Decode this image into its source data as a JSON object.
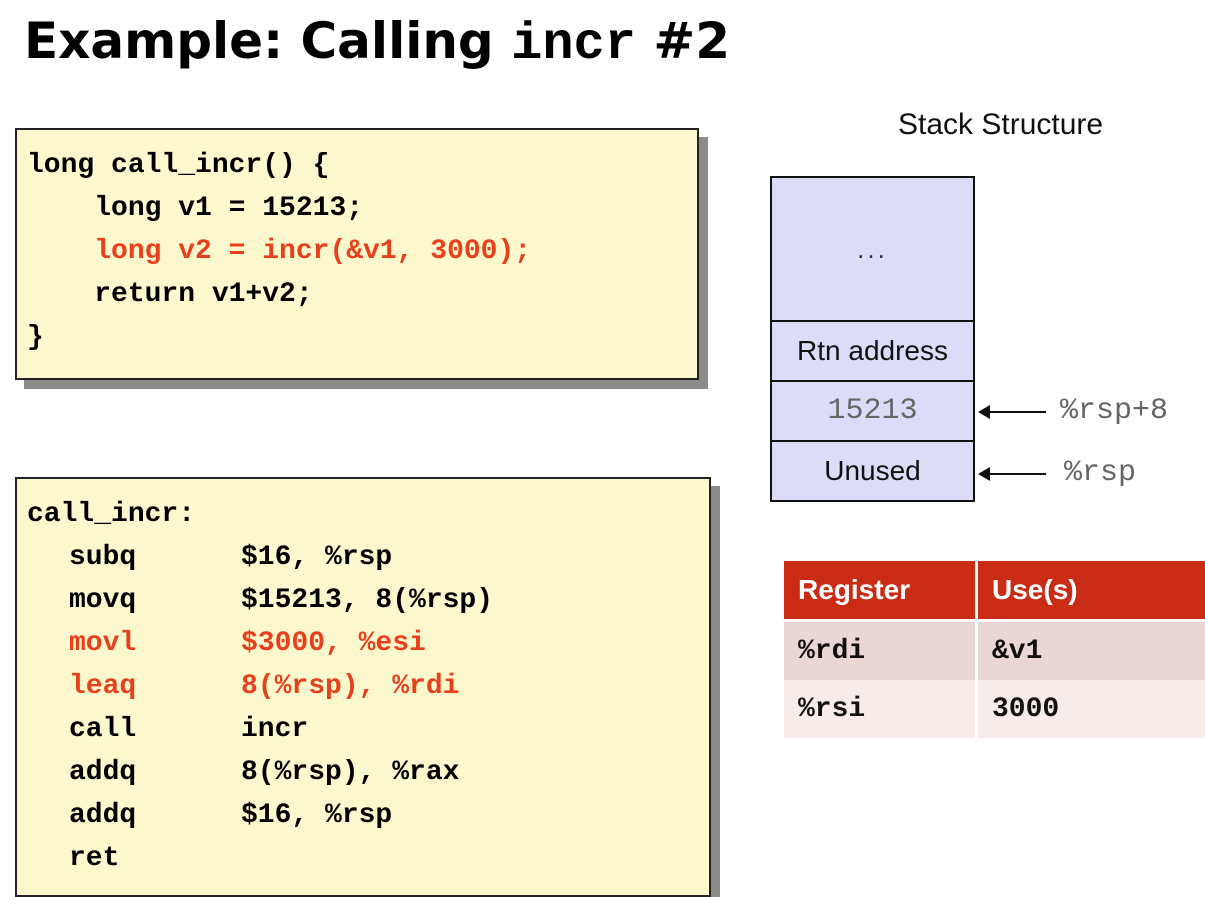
{
  "title": {
    "text": "Example: Calling ",
    "mono": "incr",
    "suffix": " #2"
  },
  "c_code": {
    "lines": [
      {
        "text": "long call_incr() {",
        "highlight": false
      },
      {
        "text": "    long v1 = 15213;",
        "highlight": false
      },
      {
        "text": "    long v2 = incr(&v1, 3000);",
        "highlight": true
      },
      {
        "text": "    return v1+v2;",
        "highlight": false
      },
      {
        "text": "}",
        "highlight": false
      }
    ]
  },
  "asm_code": {
    "label": "call_incr:",
    "instructions": [
      {
        "op": "subq",
        "args": "$16, %rsp",
        "highlight": false
      },
      {
        "op": "movq",
        "args": "$15213, 8(%rsp)",
        "highlight": false
      },
      {
        "op": "movl",
        "args": "$3000, %esi",
        "highlight": true
      },
      {
        "op": "leaq",
        "args": "8(%rsp), %rdi",
        "highlight": true
      },
      {
        "op": "call",
        "args": "incr",
        "highlight": false
      },
      {
        "op": "addq",
        "args": "8(%rsp), %rax",
        "highlight": false
      },
      {
        "op": "addq",
        "args": "$16, %rsp",
        "highlight": false
      },
      {
        "op": "ret",
        "args": "",
        "highlight": false
      }
    ]
  },
  "stack": {
    "title": "Stack Structure",
    "cells": [
      "...",
      "Rtn address",
      "15213",
      "Unused"
    ],
    "pointers": [
      {
        "label": "%rsp+8"
      },
      {
        "label": "%rsp"
      }
    ]
  },
  "register_table": {
    "headers": [
      "Register",
      "Use(s)"
    ],
    "rows": [
      [
        "%rdi",
        "&v1"
      ],
      [
        "%rsi",
        "3000"
      ]
    ]
  },
  "colors": {
    "highlight": "#e8401c",
    "code_bg": "#fcf8cd",
    "stack_bg": "#dcdcf8",
    "table_header": "#c92b14"
  }
}
